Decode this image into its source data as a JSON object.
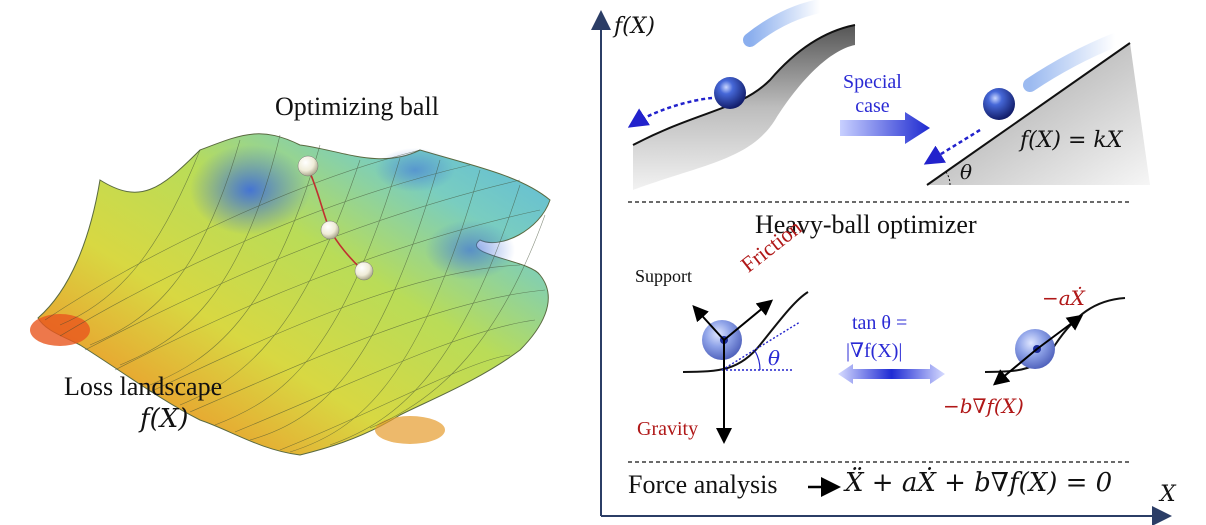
{
  "left_panel": {
    "title": "Optimizing ball",
    "landscape_label": "Loss landscape",
    "landscape_func": "f(X)"
  },
  "axes": {
    "y_label": "f(X)",
    "x_label": "X"
  },
  "top_section": {
    "special_case": "Special\ncase",
    "linear_eq": "f(X) = kX",
    "angle": "θ"
  },
  "middle_title": "Heavy-ball optimizer",
  "forces": {
    "support": "Support",
    "friction": "Friction",
    "gravity": "Gravity",
    "angle": "θ",
    "tan_line1": "tan θ =",
    "tan_line2": "|∇f(X)|",
    "damping": "−aẊ",
    "gradient": "−b∇f(X)"
  },
  "bottom": {
    "force_analysis": "Force analysis",
    "equation": "Ẍ + aẊ + b∇f(X) = 0"
  },
  "colors": {
    "blue": "#2a2ad4",
    "red": "#b01818",
    "axis": "#2b3d66"
  }
}
